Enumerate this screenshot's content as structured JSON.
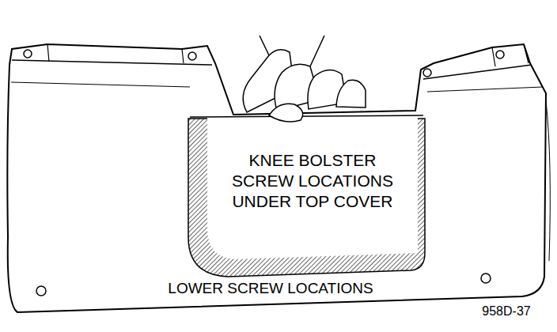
{
  "diagram": {
    "labels": [
      "KNEE BOLSTER SCREW LOCATIONS UNDER TOP COVER",
      "LOWER SCREW LOCATIONS",
      "958D-37"
    ]
  }
}
